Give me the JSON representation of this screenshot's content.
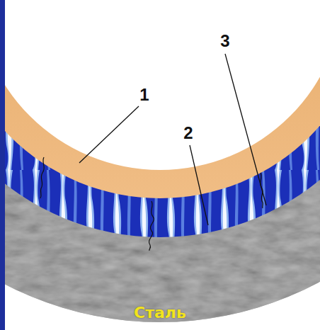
{
  "diagram": {
    "nodes": [
      {
        "text": [
          "Сталь"
        ]
      }
    ],
    "labels": [
      "1",
      "2",
      "3"
    ]
  }
}
